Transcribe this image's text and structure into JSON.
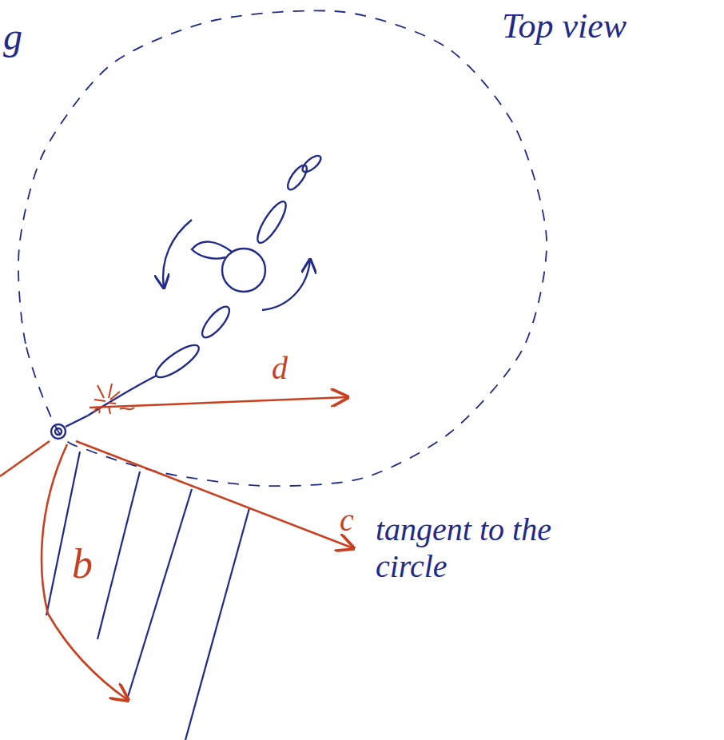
{
  "diagram": {
    "labels": [
      "g",
      "Top view",
      "d",
      "b",
      "c",
      "tangent to the circle"
    ]
  }
}
